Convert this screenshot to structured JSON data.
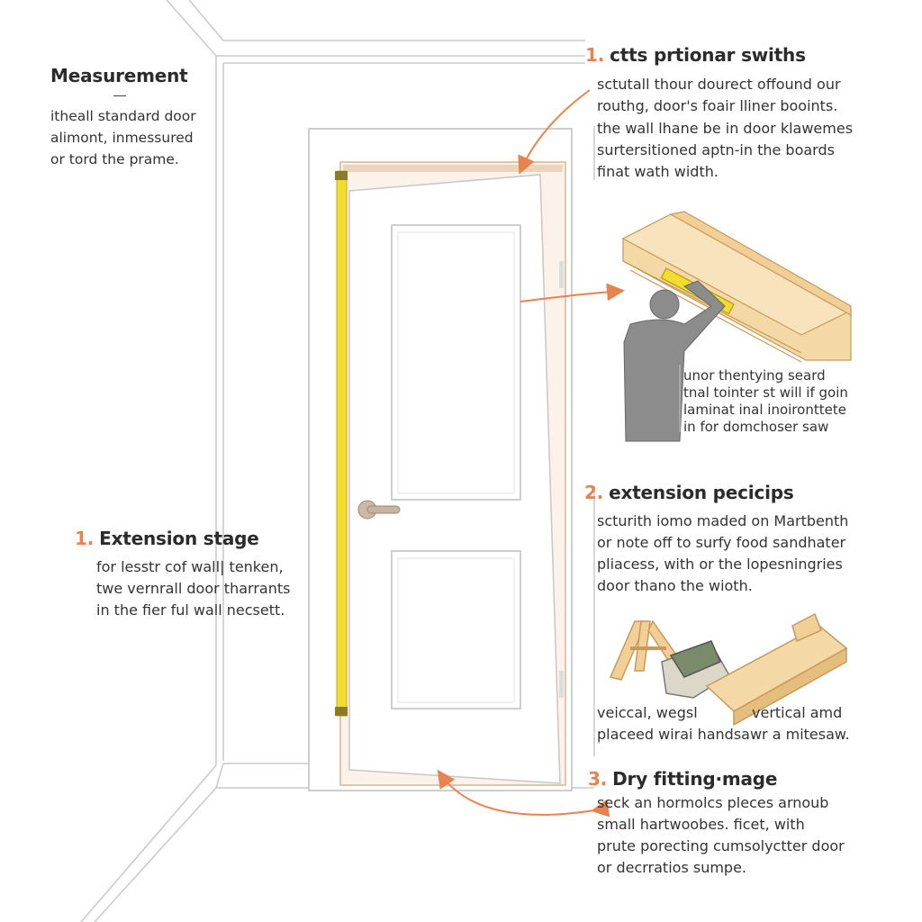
{
  "measurement": {
    "title": "Measurement",
    "lines": [
      "itheall standard door",
      "alimont, inmessured",
      "or tord the prame."
    ]
  },
  "step_top": {
    "number": "1.",
    "title": "ctts prtionar swiths",
    "lines": [
      "sctutall thour dourect offound our",
      "routhg, door's foair lliner booints.",
      "the wall lhane be in door klawemes",
      "surtersitioned aptn-in the boards",
      "finat wath width."
    ]
  },
  "person_caption": {
    "lines": [
      "unor thentying seard",
      "tnal tointer st will if goin",
      "laminat inal inoironttete",
      "in for domchoser saw"
    ]
  },
  "step_left": {
    "number": "1.",
    "title": "Extension stage",
    "lines": [
      "for lesstr cof wall| tenken,",
      "twe vernrall door tharrants",
      "in the fier ful wall necsett."
    ]
  },
  "step_two": {
    "number": "2.",
    "title": "extension pecicips",
    "lines": [
      "scturith iomo maded on Martbenth",
      "or note off to surfy food sandhater",
      "pliacess, with or the lopesningries",
      "door thano the wioth."
    ]
  },
  "saw_caption": {
    "left": "veiccal, wegsl",
    "right": "vertical amd",
    "line2": "placeed wirai handsawr a mitesaw."
  },
  "step_three": {
    "number": "3.",
    "title": "Dry fitting·mage",
    "lines": [
      "seck an hormolcs pleces arnoub",
      "small hartwoobes. ficet, with",
      "prute porecting cumsolyctter door",
      "or decrratios sumpe."
    ]
  },
  "colors": {
    "accent": "#e8834f",
    "tape": "#f2dc2e",
    "wood": "#f1cf96",
    "frame": "#e9cdb4"
  }
}
